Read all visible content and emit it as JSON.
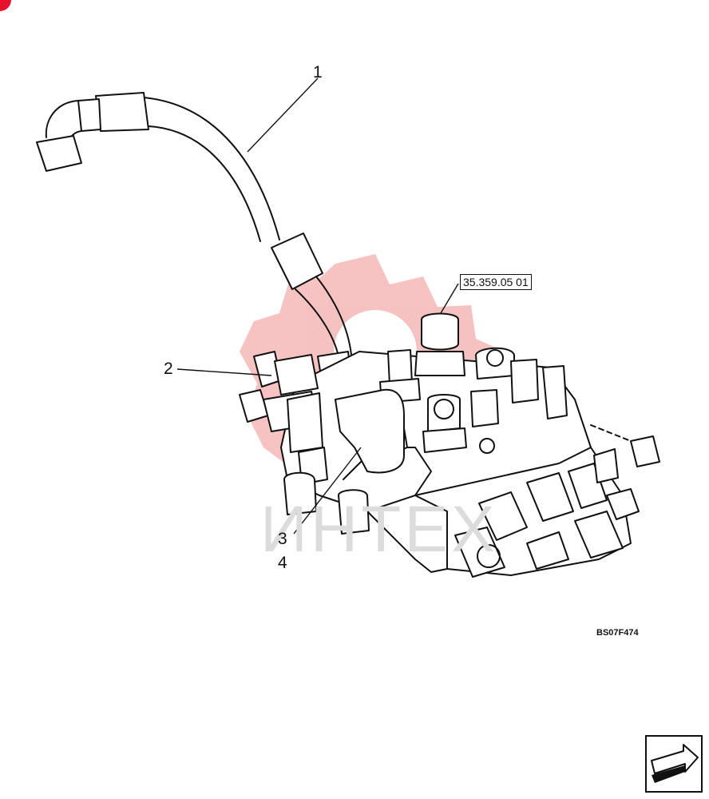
{
  "callouts": {
    "item_1": "1",
    "item_2": "2",
    "item_3": "3",
    "item_4": "4"
  },
  "reference_box": "35.359.05 01",
  "drawing_code": "BS07F474",
  "watermark_text": "ИНТЕХ",
  "colors": {
    "line": "#111111",
    "watermark_gear": "#f4b7b7",
    "watermark_text": "#dcdcdc",
    "corner_mark": "#e8112d"
  },
  "icons": {
    "nav": "arrow-right-icon",
    "watermark": "gear-icon"
  }
}
